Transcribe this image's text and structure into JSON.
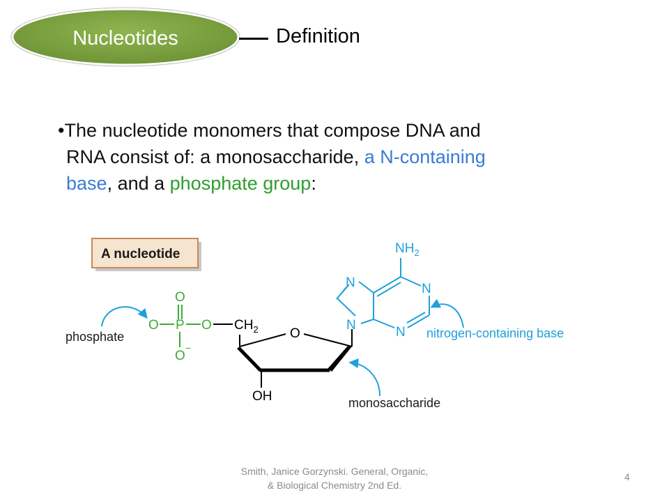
{
  "header": {
    "topic_label": "Nucleotides",
    "subtopic_label": "Definition"
  },
  "body": {
    "bullet_line1": "The nucleotide monomers that compose DNA and",
    "bullet_line2_plain": "RNA consist of: a monosaccharide, ",
    "bullet_line2_blue": "a N-containing",
    "bullet_line3_blue": "base",
    "bullet_line3_plain": ", and a ",
    "bullet_line3_green": "phosphate group",
    "bullet_line3_end": ":"
  },
  "figure": {
    "box_title": "A nucleotide",
    "phosphate_label": "phosphate",
    "base_label": "nitrogen-containing base",
    "sugar_label": "monosaccharide",
    "atoms": {
      "o_top": "O",
      "o_minus_left": "O",
      "p": "P",
      "o_bridge": "O",
      "o_bottom": "O",
      "ch2": "CH",
      "ch2_sub": "2",
      "ring_o": "O",
      "oh": "OH",
      "nh2": "NH",
      "nh2_sub": "2",
      "n7": "N",
      "n9": "N",
      "n1": "N",
      "n3": "N"
    },
    "colors": {
      "phosphate": "#3aaa35",
      "base": "#1ea0dc",
      "box_fill": "#f6e4cf",
      "box_border": "#c8875a"
    }
  },
  "footer": {
    "citation_line1": "Smith, Janice Gorzynski. General, Organic,",
    "citation_line2": "& Biological Chemistry 2nd Ed.",
    "page_number": "4"
  }
}
